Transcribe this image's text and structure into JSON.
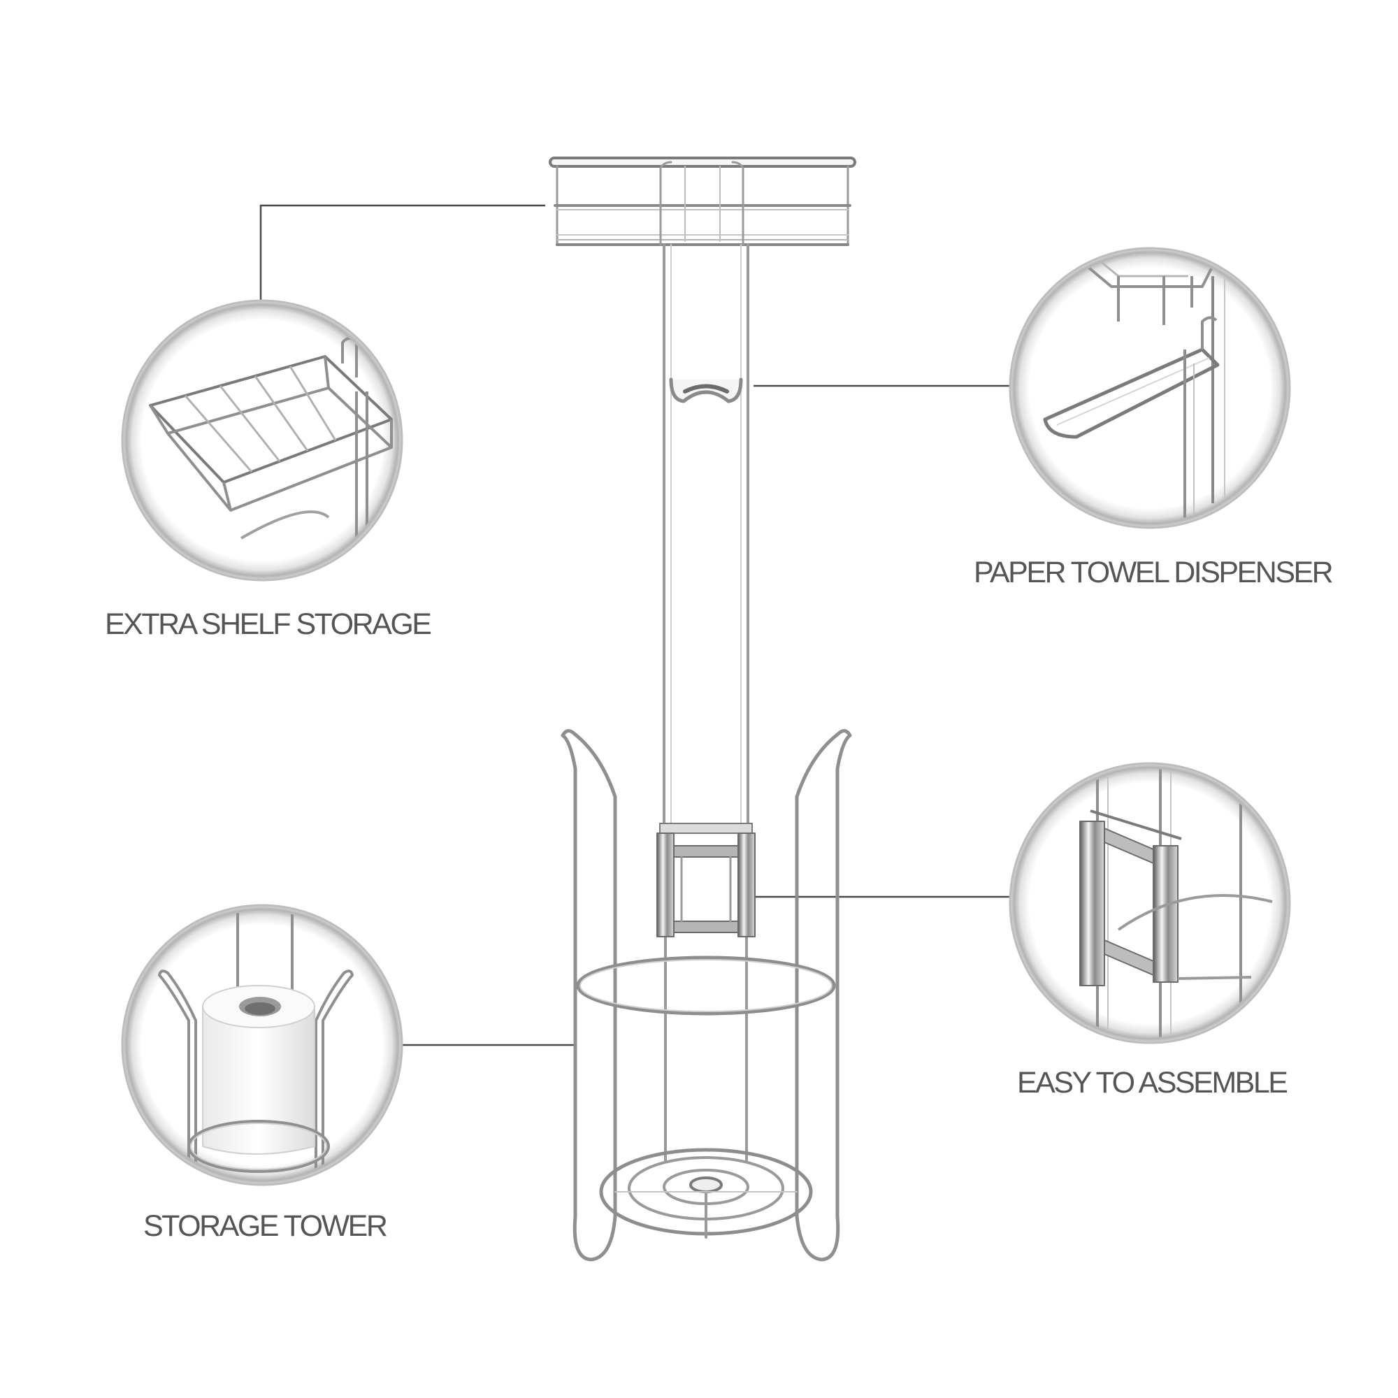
{
  "features": {
    "shelf": {
      "label": "EXTRA SHELF STORAGE",
      "icon": "wire-basket-shelf-icon"
    },
    "towel": {
      "label": "PAPER TOWEL DISPENSER",
      "icon": "towel-bar-icon"
    },
    "assemble": {
      "label": "EASY TO ASSEMBLE",
      "icon": "connector-clip-icon"
    },
    "tower": {
      "label": "STORAGE TOWER",
      "icon": "toilet-roll-icon"
    }
  },
  "colors": {
    "background": "#ffffff",
    "chrome": "#9a9a9a",
    "chrome_dark": "#5e5e5e",
    "leader_line": "#4a4a4a",
    "label_text": "#555555",
    "circle_ring": "#bdbdbd"
  }
}
